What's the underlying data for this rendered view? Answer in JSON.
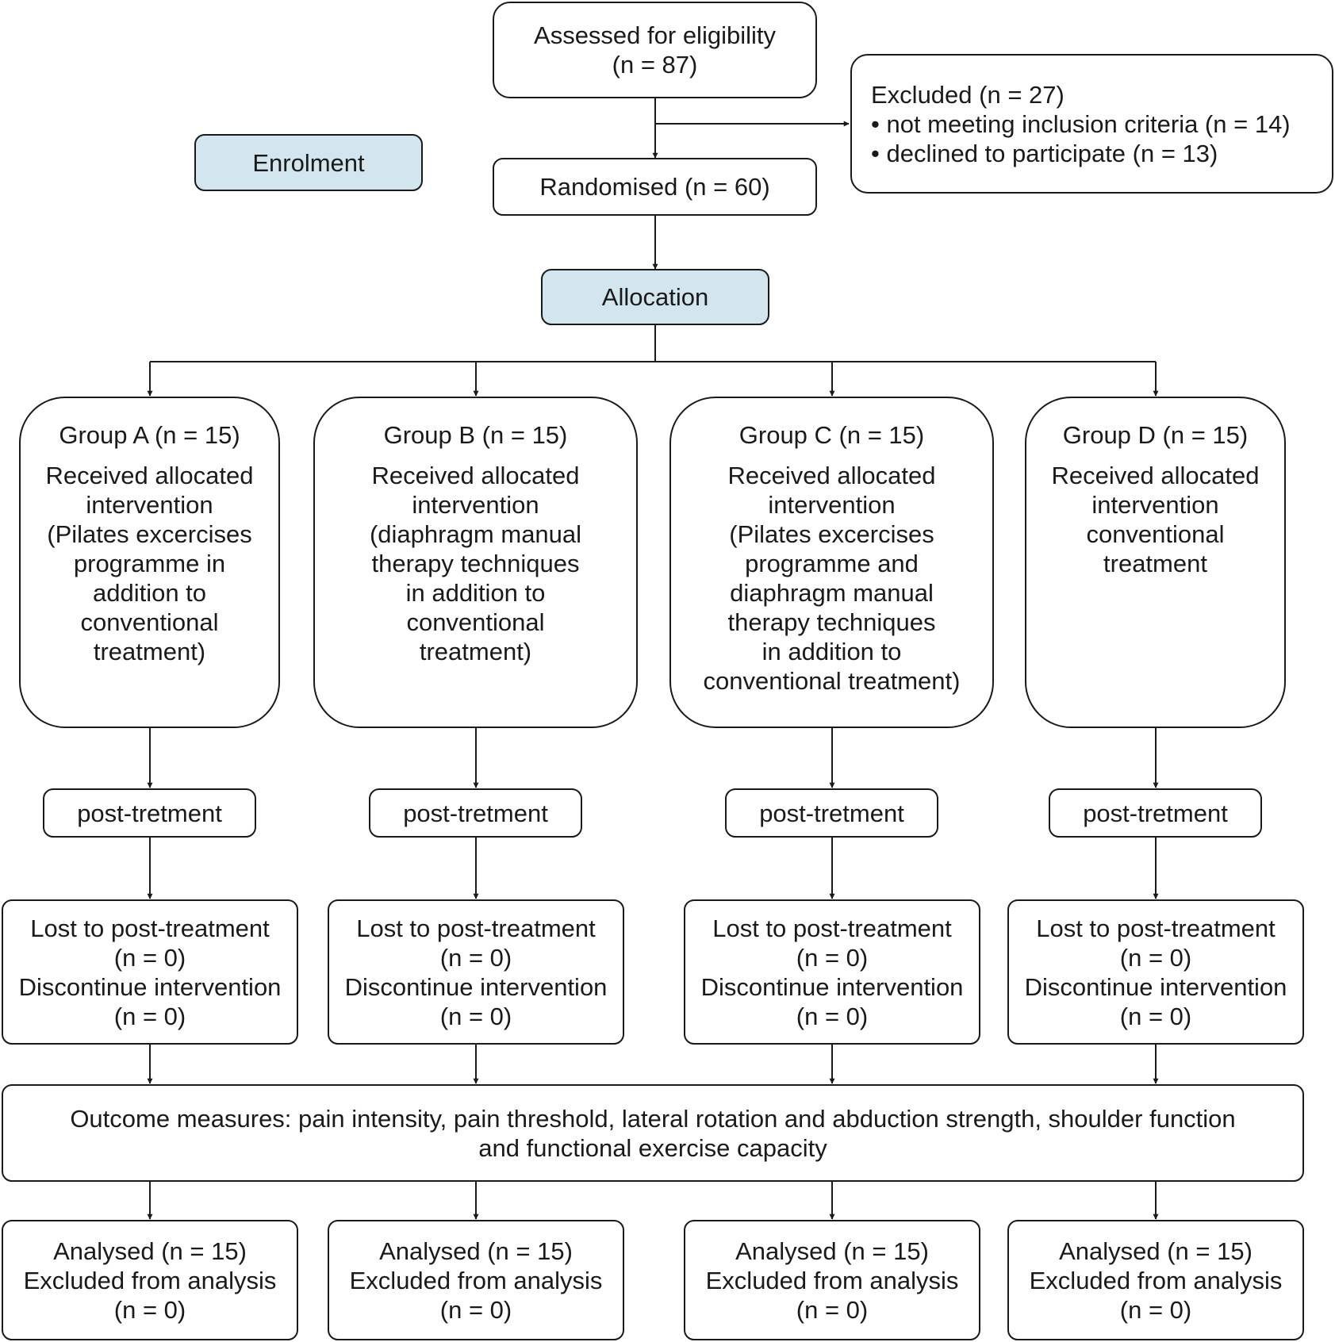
{
  "assessed": {
    "lines": [
      "Assessed for eligibility",
      "(n = 87)"
    ]
  },
  "excluded": {
    "lines": [
      "Excluded (n = 27)",
      "• not meeting inclusion criteria (n = 14)",
      "• declined to participate (n = 13)"
    ]
  },
  "enrolment_label": "Enrolment",
  "randomised": "Randomised (n = 60)",
  "allocation_label": "Allocation",
  "groups": [
    {
      "title": "Group A (n = 15)",
      "desc": [
        "Received allocated",
        "intervention",
        "(Pilates excercises",
        "programme in",
        "addition to",
        "conventional",
        "treatment)"
      ]
    },
    {
      "title": "Group B (n = 15)",
      "desc": [
        "Received allocated",
        "intervention",
        "(diaphragm manual",
        "therapy techniques",
        "in addition to",
        "conventional",
        "treatment)"
      ]
    },
    {
      "title": "Group C (n = 15)",
      "desc": [
        "Received allocated",
        "intervention",
        "(Pilates excercises",
        "programme and",
        "diaphragm manual",
        "therapy techniques",
        "in addition to",
        "conventional treatment)"
      ]
    },
    {
      "title": "Group D (n = 15)",
      "desc": [
        "Received allocated",
        "intervention",
        "conventional",
        "treatment"
      ]
    }
  ],
  "post_label": "post-tretment",
  "lost": [
    "Lost to post-treatment",
    "(n = 0)",
    "Discontinue intervention",
    "(n = 0)"
  ],
  "outcome": [
    "Outcome measures: pain intensity, pain threshold, lateral rotation and abduction strength, shoulder function",
    "and functional exercise capacity"
  ],
  "analysed": [
    "Analysed (n = 15)",
    "Excluded from analysis",
    "(n = 0)"
  ]
}
